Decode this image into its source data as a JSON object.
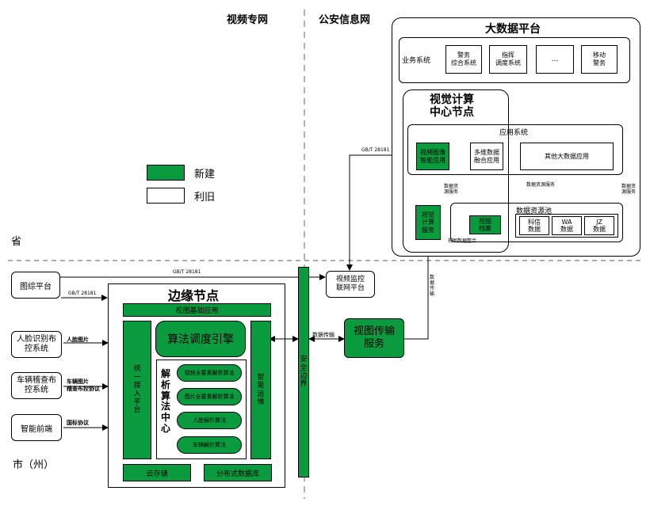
{
  "headers": {
    "video_net": "视频专网",
    "police_net": "公安信息网"
  },
  "regions": {
    "province": "省",
    "city": "市（州）"
  },
  "legend": {
    "new_label": "新建",
    "reuse_label": "利旧",
    "new_color": "#0a9b3f"
  },
  "big_data": {
    "title": "大数据平台",
    "business_label": "业务系统",
    "business_items": [
      "警务\n综合系统",
      "指挥\n调度系统",
      "…",
      "移动\n警务"
    ]
  },
  "visual_center": {
    "title_line1": "视觉计算",
    "title_line2": "中心节点"
  },
  "app_system": {
    "label": "应用系统",
    "video_app": "视频图像\n智能应用",
    "fusion_app": "多维数据\n融合应用",
    "other_app": "其他大数据应用"
  },
  "visual_compute": "视觉\n计算\n服务",
  "data_pool": {
    "label": "数据资源池",
    "archive": "视图\n档案",
    "items": [
      "科信\n数据",
      "WA\n数据",
      "JZ\n数据"
    ]
  },
  "edge": {
    "title": "边缘节点",
    "base_app": "视图基础应用",
    "unified_access": "统一接入平台",
    "scheduler": "算法调度引擎",
    "parse_center": "解析算法中心",
    "algos": [
      "视频全要素解析算法",
      "图片全要素解析算法",
      "人脸解析算法",
      "车辆解析算法"
    ],
    "ops": "智能运维",
    "cloud_storage": "云存储",
    "dist_db": "分布式数据库"
  },
  "security_border": "安全边界",
  "video_transfer": "视图传输\n服务",
  "video_network_platform": "视频监控\n联网平台",
  "map_platform": "图综平台",
  "left_systems": [
    "人脸识别布\n控系统",
    "车辆稽查布\n控系统",
    "智能前端"
  ],
  "edge_labels": {
    "gbt_top": "GB/T 28181",
    "gbt_mid": "GB/T 28181",
    "gbt_left": "GB/T 28181",
    "face_pic": "人脸图片",
    "vehicle_pic_1": "车辆图片",
    "vehicle_pic_2": "稽查布控协议",
    "national_protocol": "国标协议",
    "data_transfer_1": "数据传输",
    "data_transfer_2": "数据\n传输",
    "data_service_1": "数据资\n源服务",
    "data_service_2": "数据资源服务",
    "data_service_3": "数据资\n源服务",
    "view_data_fusion": "视图数据整合"
  }
}
